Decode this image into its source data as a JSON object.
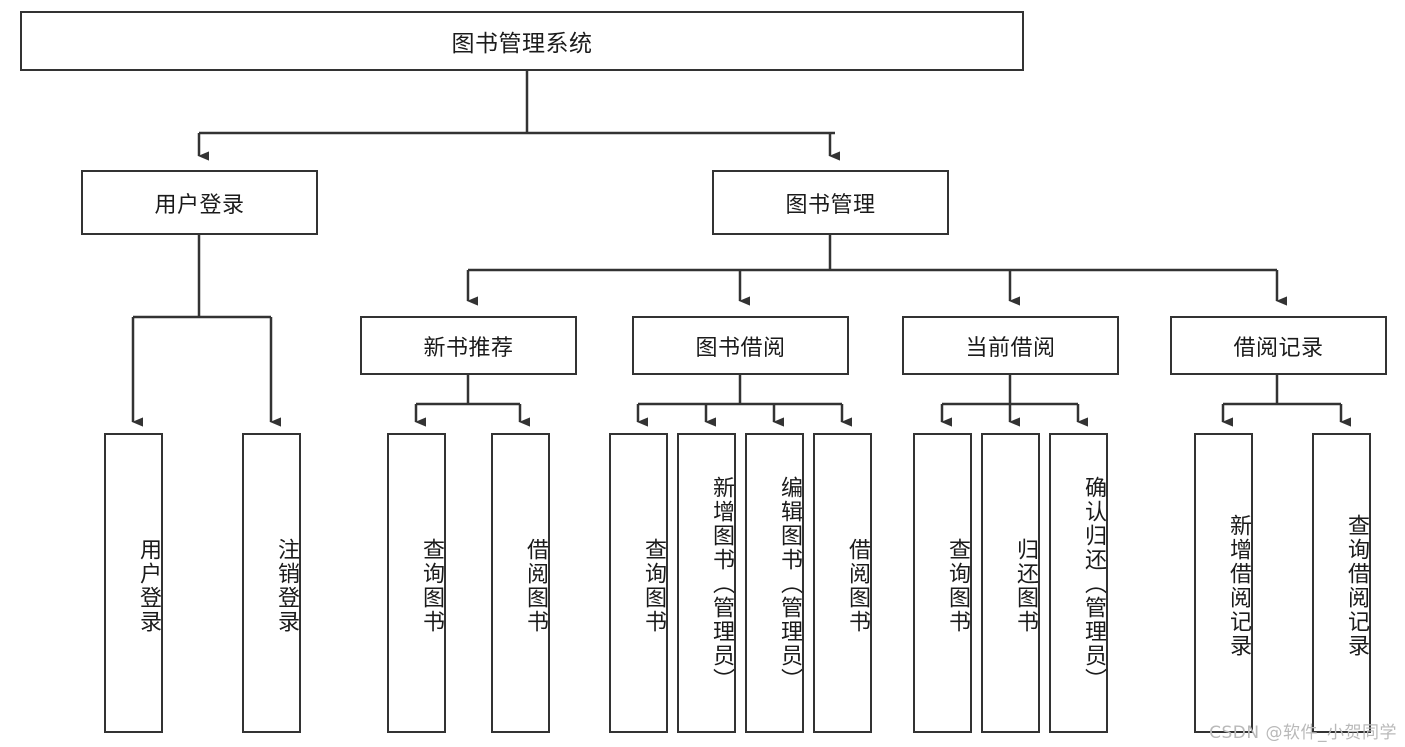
{
  "diagram": {
    "type": "tree-hierarchy",
    "title": "图书管理系统",
    "root": {
      "id": "root",
      "label": "图书管理系统"
    },
    "level2": [
      {
        "id": "user-login",
        "label": "用户登录"
      },
      {
        "id": "book-management",
        "label": "图书管理"
      }
    ],
    "level3": [
      {
        "id": "new-book-recommend",
        "label": "新书推荐",
        "parent": "book-management"
      },
      {
        "id": "book-borrow",
        "label": "图书借阅",
        "parent": "book-management"
      },
      {
        "id": "current-borrow",
        "label": "当前借阅",
        "parent": "book-management"
      },
      {
        "id": "borrow-record",
        "label": "借阅记录",
        "parent": "book-management"
      }
    ],
    "leaves": {
      "user_login": [
        {
          "id": "leaf-user-login",
          "label": "用户登录"
        },
        {
          "id": "leaf-logout",
          "label": "注销登录"
        }
      ],
      "new_book_recommend": [
        {
          "id": "leaf-query-book-1",
          "label": "查询图书"
        },
        {
          "id": "leaf-borrow-book-1",
          "label": "借阅图书"
        }
      ],
      "book_borrow": [
        {
          "id": "leaf-query-book-2",
          "label": "查询图书"
        },
        {
          "id": "leaf-add-book",
          "label": "新增图书（管理员）"
        },
        {
          "id": "leaf-edit-book",
          "label": "编辑图书（管理员）"
        },
        {
          "id": "leaf-borrow-book-2",
          "label": "借阅图书"
        }
      ],
      "current_borrow": [
        {
          "id": "leaf-query-book-3",
          "label": "查询图书"
        },
        {
          "id": "leaf-return-book",
          "label": "归还图书"
        },
        {
          "id": "leaf-confirm-return",
          "label": "确认归还（管理员）"
        }
      ],
      "borrow_record": [
        {
          "id": "leaf-add-record",
          "label": "新增借阅记录"
        },
        {
          "id": "leaf-query-record",
          "label": "查询借阅记录"
        }
      ]
    },
    "colors": {
      "stroke": "#333333",
      "fill": "#ffffff",
      "text": "#1b1b1b",
      "watermark": "#b9b9b9"
    }
  },
  "watermark": {
    "text": "CSDN @软件_小贺同学"
  }
}
